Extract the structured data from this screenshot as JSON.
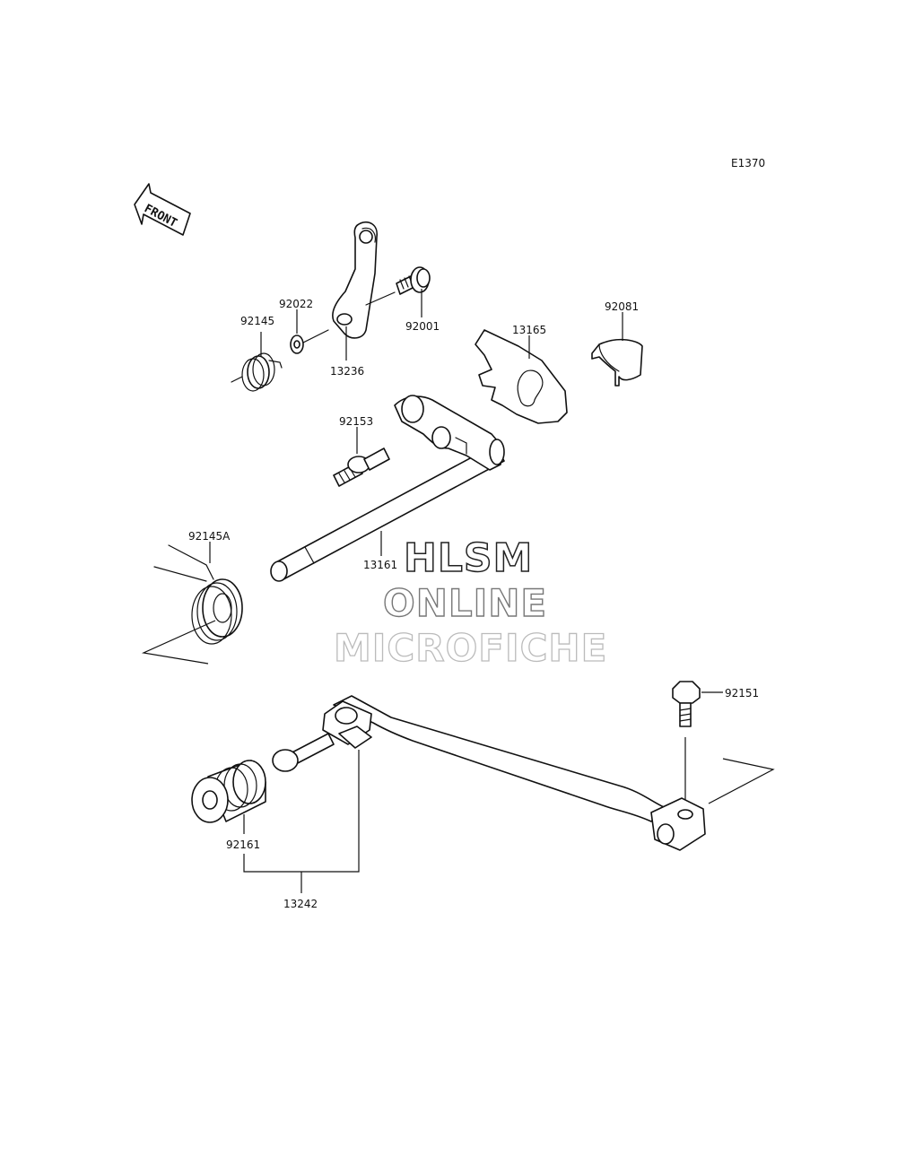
{
  "diagram": {
    "code": "E1370",
    "front_label": "FRONT",
    "watermark": [
      "HLSM",
      "ONLINE",
      "MICROFICHE"
    ],
    "parts": [
      {
        "id": "p92145",
        "label": "92145"
      },
      {
        "id": "p92022",
        "label": "92022"
      },
      {
        "id": "p92001",
        "label": "92001"
      },
      {
        "id": "p13236",
        "label": "13236"
      },
      {
        "id": "p13165",
        "label": "13165"
      },
      {
        "id": "p92081",
        "label": "92081"
      },
      {
        "id": "p92153",
        "label": "92153"
      },
      {
        "id": "p92145A",
        "label": "92145A"
      },
      {
        "id": "p13161",
        "label": "13161"
      },
      {
        "id": "p92151",
        "label": "92151"
      },
      {
        "id": "p92161",
        "label": "92161"
      },
      {
        "id": "p13242",
        "label": "13242"
      }
    ]
  }
}
